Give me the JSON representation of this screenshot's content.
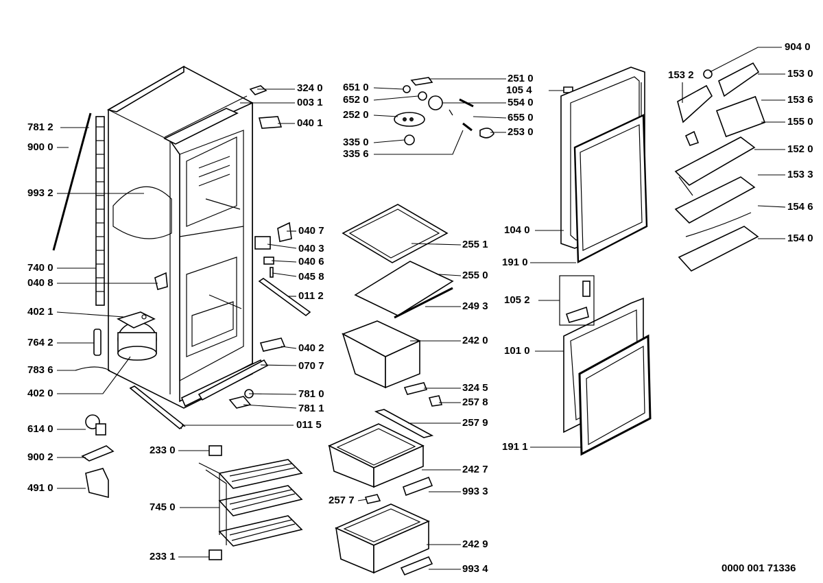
{
  "diagram": {
    "reference": "0000 001 71336",
    "labels": [
      "324 0",
      "003 1",
      "040 1",
      "040 7",
      "040 3",
      "040 6",
      "045 8",
      "011 2",
      "040 2",
      "070 7",
      "781 0",
      "781 1",
      "011 5",
      "781 2",
      "900 0",
      "993 2",
      "740 0",
      "040 8",
      "402 1",
      "764 2",
      "783 6",
      "402 0",
      "614 0",
      "900 2",
      "491 0",
      "233 0",
      "745 0",
      "233 1",
      "651 0",
      "652 0",
      "252 0",
      "335 0",
      "335 6",
      "251 0",
      "105 4",
      "554 0",
      "655 0",
      "253 0",
      "255 1",
      "255 0",
      "249 3",
      "242 0",
      "324 5",
      "257 8",
      "257 9",
      "242 7",
      "993 3",
      "257 7",
      "242 9",
      "993 4",
      "104 0",
      "191 0",
      "105 2",
      "101 0",
      "191 1",
      "904 0",
      "153 2",
      "153 0",
      "153 6",
      "155 0",
      "152 0",
      "153 3",
      "154 6",
      "154 0"
    ]
  }
}
